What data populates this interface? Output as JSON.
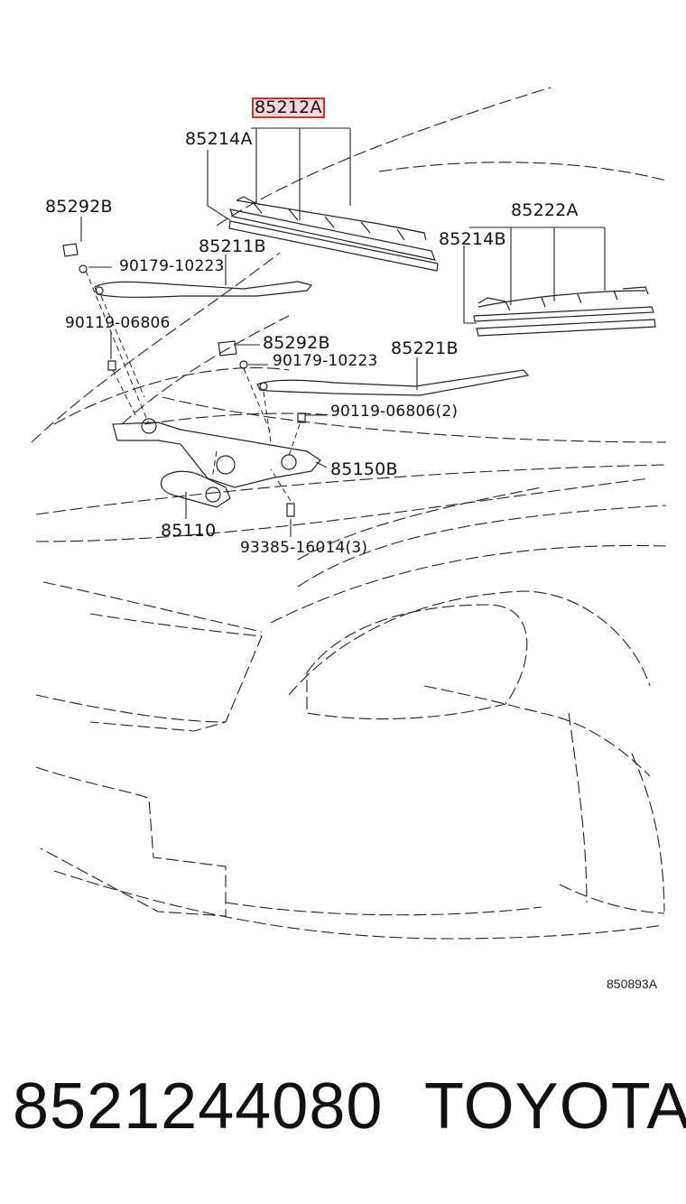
{
  "highlight_color": "#c0392b",
  "labels": {
    "p85212A": "85212A",
    "p85214A": "85214A",
    "p85292B_1": "85292B",
    "p85211B": "85211B",
    "p90179_1": "90179-10223",
    "p90119_1": "90119-06806",
    "p85222A": "85222A",
    "p85214B": "85214B",
    "p85292B_2": "85292B",
    "p90179_2": "90179-10223",
    "p85221B": "85221B",
    "p90119_2": "90119-06806(2)",
    "p85150B": "85150B",
    "p85110": "85110",
    "p93385": "93385-16014(3)"
  },
  "diagram_code": "850893A",
  "footer": {
    "part_number": "8521244080",
    "brand": "TOYOTA"
  }
}
